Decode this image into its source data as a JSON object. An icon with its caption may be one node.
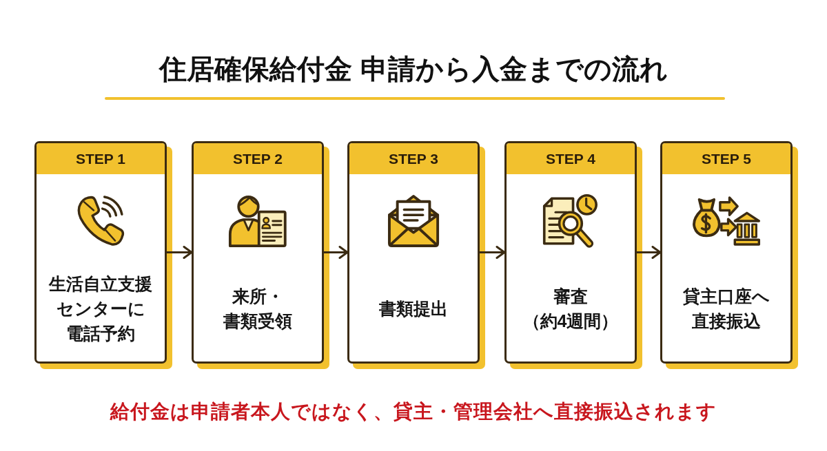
{
  "diagram": {
    "title": "住居確保給付金 申請から入金までの流れ",
    "nodes": [
      {
        "text": [
          "STEP 1",
          "生活自立支援センターに電話予約"
        ]
      },
      {
        "text": [
          "STEP 2",
          "来所・書類受領"
        ]
      },
      {
        "text": [
          "STEP 3",
          "書類提出"
        ]
      },
      {
        "text": [
          "STEP 4",
          "審査（約4週間）"
        ]
      },
      {
        "text": [
          "STEP 5",
          "貸主口座へ直接振込"
        ]
      }
    ],
    "edges": [
      {
        "from": 0,
        "to": 1,
        "arrow": "to"
      },
      {
        "from": 1,
        "to": 2,
        "arrow": "to"
      },
      {
        "from": 2,
        "to": 3,
        "arrow": "to"
      },
      {
        "from": 3,
        "to": 4,
        "arrow": "to"
      }
    ],
    "labels": [
      "給付金は申請者本人ではなく、貸主・管理会社へ直接振込されます"
    ]
  }
}
